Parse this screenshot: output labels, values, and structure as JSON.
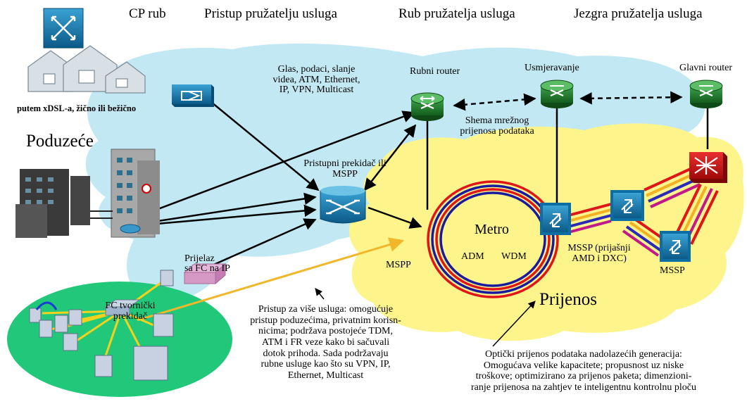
{
  "headers": {
    "cp_rub": "CP rub",
    "pristup": "Pristup pružatelju usluga",
    "rub": "Rub pružatelja usluga",
    "jezgra": "Jezgra pružatelja usluga"
  },
  "labels": {
    "xdsl": "putem xDSL-a, žično ili bežično",
    "poduzece": "Poduzeće",
    "glas_l1": "Glas, podaci, slanje",
    "glas_l2": "videa, ATM, Ethernet,",
    "glas_l3": "IP, VPN, Multicast",
    "rubni_router": "Rubni router",
    "usmjeravanje": "Usmjeravanje",
    "glavni_router": "Glavni router",
    "shema_l1": "Shema mrežnog",
    "shema_l2": "prijenosa podataka",
    "pristupni_l1": "Pristupni prekidač ili",
    "pristupni_l2": "MSPP",
    "metro": "Metro",
    "adm": "ADM",
    "wdm": "WDM",
    "mspp": "MSPP",
    "mssp_prijasnji_l1": "MSSP (prijašnji",
    "mssp_prijasnji_l2": "AMD i DXC)",
    "mssp": "MSSP",
    "prijelaz_l1": "Prijelaz",
    "prijelaz_l2": "sa FC na IP",
    "fc_l1": "FC tvornički",
    "fc_l2": "prekidač",
    "prijenos": "Prijenos",
    "pristup_desc": [
      "Pristup za više usluga: omogućuje",
      "pristup poduzećima, privatnim korisn-",
      "nicima; podržava postojeće TDM,",
      "ATM i FR veze kako bi sačuvali",
      "dotok prihoda. Sada podržavaju",
      "rubne usluge kao što su VPN, IP,",
      "Ethernet, Multicast"
    ],
    "opticki_desc": [
      "Optički prijenos podataka nadolazećih generacija:",
      "Omogućava velike kapacitete; propusnost uz niske",
      "troškove; optimizirano za prijenos paketa; dimenzioni-",
      "ranje prijenosa na zahtjev te inteligentnu kontrolnu ploču"
    ]
  },
  "icons": [
    "router-icon",
    "switch-icon",
    "building-icon",
    "house-icon",
    "server-icon",
    "storage-icon"
  ],
  "colors": {
    "cloud_blue": "#bfe8f2",
    "cloud_yellow": "#fdf58c",
    "fc_green": "#22c87a",
    "router_green": "#1f7a2a",
    "switch_blue": "#0f72a8",
    "core_red": "#cc1111",
    "ring_red": "#e0151a",
    "ring_blue": "#1a1aa0"
  }
}
